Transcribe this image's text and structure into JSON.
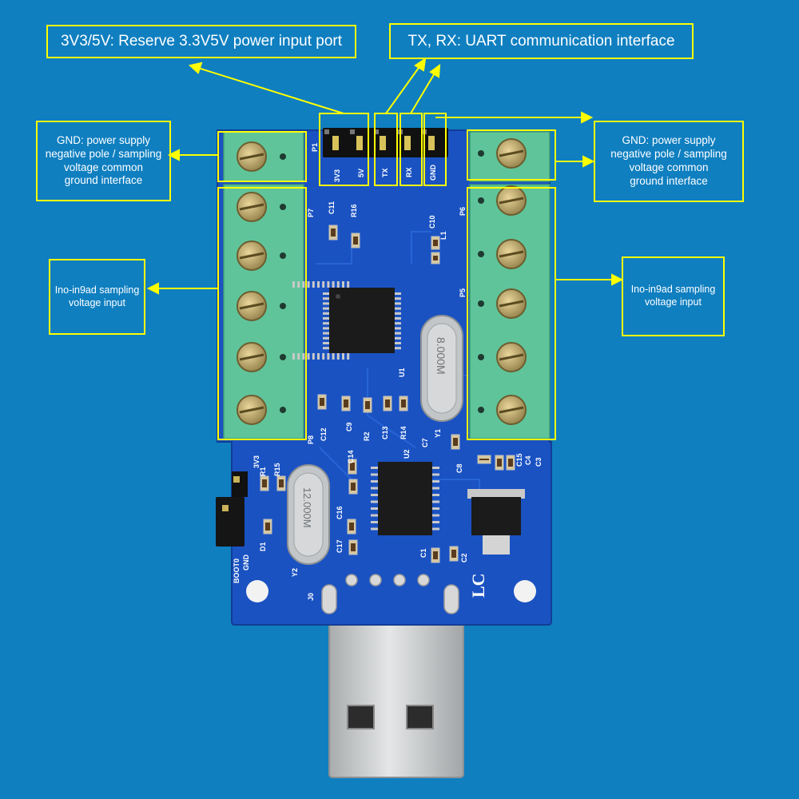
{
  "callouts": {
    "power_port": "3V3/5V: Reserve 3.3V5V power input port",
    "uart": "TX, RX: UART communication interface",
    "gnd_left": [
      "GND: power supply",
      "negative pole / sampling",
      "voltage common",
      "ground interface"
    ],
    "gnd_right": [
      "GND: power supply",
      "negative pole / sampling",
      "voltage common",
      "ground interface"
    ],
    "input_left": [
      "Ino-in9ad sampling",
      "voltage input"
    ],
    "input_right": [
      "Ino-in9ad sampling",
      "voltage input"
    ]
  },
  "silkscreen": {
    "header_pins": [
      "3V3",
      "5V",
      "TX",
      "RX",
      "GND"
    ],
    "header_ref": "P1",
    "left_terminal_ref": "P7",
    "left_bottom_ref": "P8",
    "right_top_ref": "P6",
    "right_mid_ref": "P5",
    "jumper_pins": [
      "BOOT0",
      "GND",
      "3V3"
    ],
    "crystal_top": "8.000M",
    "crystal_bottom": "12.000M",
    "brand": "LC",
    "components": [
      "C11",
      "R16",
      "C10",
      "L1",
      "U1",
      "C12",
      "C9",
      "R2",
      "C13",
      "R14",
      "C7",
      "Y1",
      "U2",
      "C14",
      "C8",
      "C15",
      "C4",
      "C3",
      "R1",
      "R15",
      "D1",
      "C16",
      "C17",
      "Y2",
      "C1",
      "C2",
      "J0"
    ]
  },
  "colors": {
    "background": "#0f7fc0",
    "callout_border": "#ffff00",
    "callout_text": "#ffffff",
    "pcb": "#1a52c2",
    "terminal": "#5fc49a",
    "usb_metal": "#c9cccd"
  }
}
